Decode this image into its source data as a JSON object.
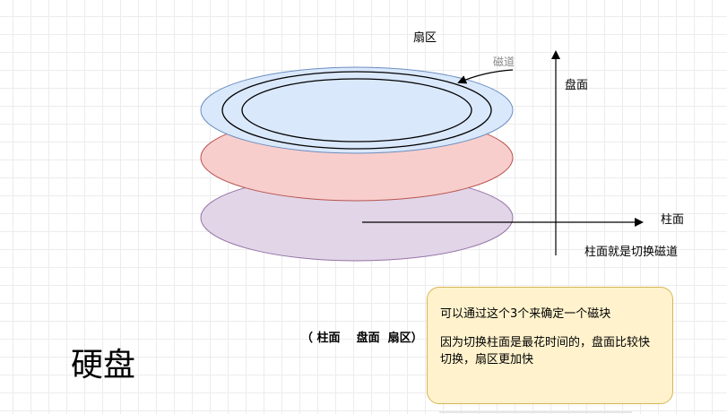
{
  "labels": {
    "sector": "扇区",
    "track": "磁道",
    "platter": "盘面",
    "cylinder": "柱面",
    "cylinder_note": "柱面就是切换磁道",
    "triplet": "（ 柱面    盘面  扇区）",
    "title": "硬盘"
  },
  "note": {
    "line1": "可以通过这个3个来确定一个磁块",
    "line2": "因为切换柱面是最花时间的，盘面比较快切换，扇区更加快"
  },
  "colors": {
    "top_disk_fill": "#dae8fc",
    "top_disk_stroke": "#6c8ebf",
    "mid_disk_fill": "#f8cecc",
    "mid_disk_stroke": "#b85450",
    "bottom_disk_fill": "#e1d5e7",
    "bottom_disk_stroke": "#9673a6",
    "note_fill": "#fff2cc",
    "note_stroke": "#d6b656"
  }
}
